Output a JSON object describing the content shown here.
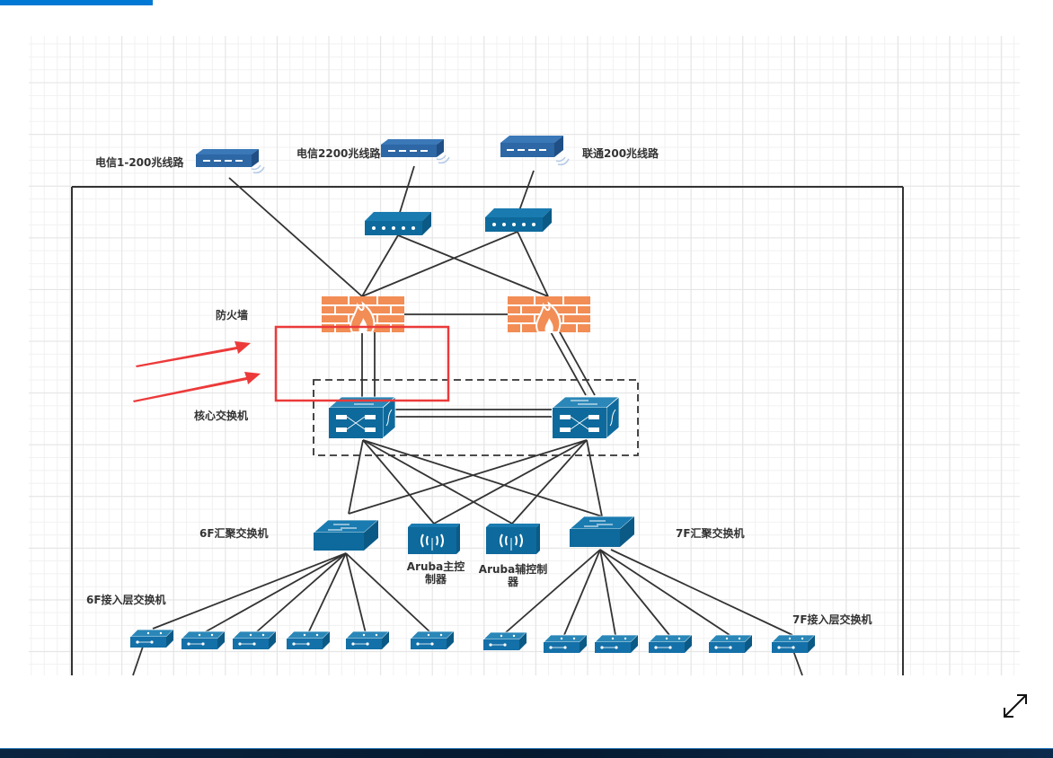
{
  "diagram": {
    "title": "网络拓扑图",
    "colors": {
      "device_blue": "#0e6a9c",
      "device_blue_top": "#2a87b8",
      "isp_blue": "#2d67a5",
      "firewall_orange": "#f28d55",
      "line": "#333333",
      "highlight_red": "#ec3a3a",
      "grid_major": "#e4e4e4",
      "grid_minor": "#f1f1f1"
    },
    "labels": {
      "isp1": "电信1-200兆线路",
      "isp2": "电信2200兆线路",
      "isp3": "联通200兆线路",
      "firewall": "防火墙",
      "core_switch": "核心交换机",
      "agg_6f": "6F汇聚交换机",
      "agg_7f": "7F汇聚交换机",
      "aruba_master": "Aruba主控制器",
      "aruba_slave": "Aruba辅控制器",
      "access_6f": "6F接入层交换机",
      "access_7f": "7F接入层交换机"
    },
    "nodes": {
      "isp_modems": [
        "isp1",
        "isp2",
        "isp3"
      ],
      "routers": [
        "router-1",
        "router-2"
      ],
      "firewalls": [
        "firewall-1",
        "firewall-2"
      ],
      "core_switches": [
        "core-switch-1",
        "core-switch-2"
      ],
      "aggregation": [
        "agg-6f",
        "aruba-master",
        "aruba-slave",
        "agg-7f"
      ],
      "access_6f_count": 6,
      "access_7f_count": 6
    },
    "annotations": {
      "highlight_box": "firewall-to-core links",
      "arrows": 2
    }
  },
  "controls": {
    "expand_icon": "expand-diagonal-icon"
  }
}
